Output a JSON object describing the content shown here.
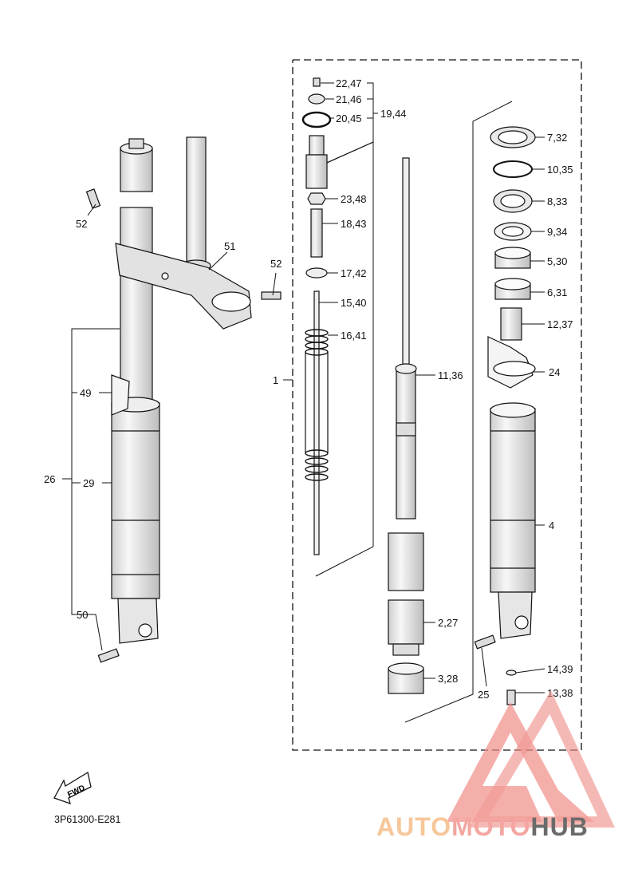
{
  "diagram": {
    "code": "3P61300-E281",
    "fwd_badge": "FWD",
    "labels": {
      "l_22_47": "22,47",
      "l_21_46": "21,46",
      "l_20_45": "20,45",
      "l_19_44": "19,44",
      "l_23_48": "23,48",
      "l_18_43": "18,43",
      "l_17_42": "17,42",
      "l_15_40": "15,40",
      "l_16_41": "16,41",
      "l_1": "1",
      "l_11_36": "11,36",
      "l_2_27": "2,27",
      "l_3_28": "3,28",
      "l_7_32": "7,32",
      "l_10_35": "10,35",
      "l_8_33": "8,33",
      "l_9_34": "9,34",
      "l_5_30": "5,30",
      "l_6_31": "6,31",
      "l_12_37": "12,37",
      "l_24": "24",
      "l_4": "4",
      "l_14_39": "14,39",
      "l_13_38": "13,38",
      "l_25": "25",
      "l_52a": "52",
      "l_51": "51",
      "l_52b": "52",
      "l_49": "49",
      "l_26": "26",
      "l_29": "29",
      "l_50": "50"
    }
  },
  "watermark": {
    "part1": "AUTO",
    "part2": "MOTO",
    "part3": "HUB"
  },
  "colors": {
    "line": "#111111",
    "watermark_red": "#f08a84",
    "watermark_orange": "#f6c79a",
    "watermark_gray": "#6b6b6b"
  }
}
